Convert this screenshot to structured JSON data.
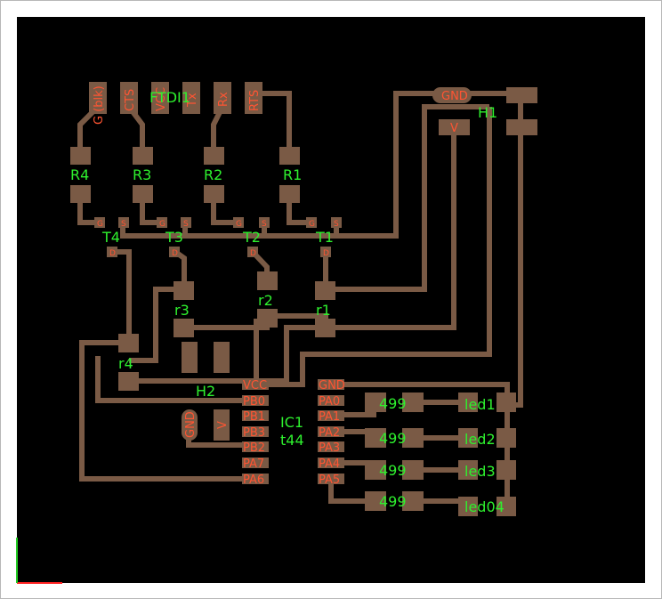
{
  "colors": {
    "background": "#000000",
    "copper": "#7a5a45",
    "component_label": "#2ef02e",
    "pin_label": "#ff5533",
    "axis_x": "#ff2020",
    "axis_y": "#22cc22"
  },
  "ftdi": {
    "name": "FTDI1",
    "pins": [
      "G (blk)",
      "CTS",
      "VCC",
      "Tx",
      "Rx",
      "RTS"
    ]
  },
  "header": {
    "name": "H1",
    "pin_gnd": "GND",
    "pin_v": "V"
  },
  "header2": {
    "name": "H2",
    "pin_gnd": "GND",
    "pin_v": "V"
  },
  "resistors_top": [
    "R4",
    "R3",
    "R2",
    "R1"
  ],
  "transistors": [
    "T4",
    "T3",
    "T2",
    "T1"
  ],
  "transistor_pins": {
    "g": "G",
    "s": "S",
    "d": "D"
  },
  "resistors_small": [
    "r3",
    "r2",
    "r1",
    "r4"
  ],
  "ic": {
    "name": "IC1",
    "part": "t44",
    "left_pins": [
      "VCC",
      "PB0",
      "PB1",
      "PB3",
      "PB2",
      "PA7",
      "PA6"
    ],
    "right_pins": [
      "GND",
      "PA0",
      "PA1",
      "PA2",
      "PA3",
      "PA4",
      "PA5"
    ]
  },
  "led_resistors": [
    "499",
    "499",
    "499",
    "499"
  ],
  "leds": [
    "led1",
    "led2",
    "led3",
    "led04"
  ]
}
